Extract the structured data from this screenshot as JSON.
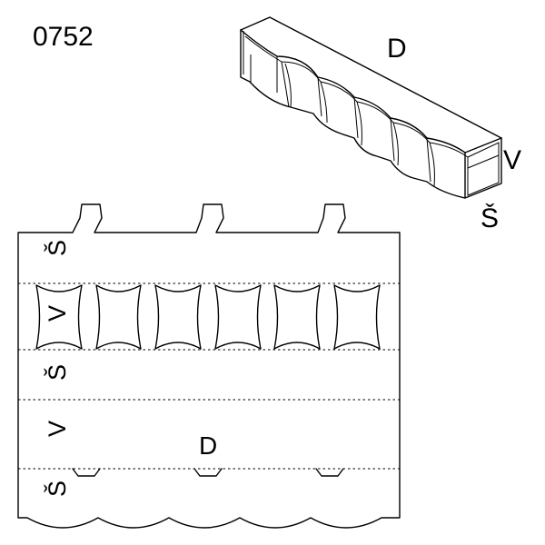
{
  "product_code": "0752",
  "box_labels": {
    "length": "D",
    "height": "V",
    "width": "Š"
  },
  "panel_labels": {
    "top_flap": "Š",
    "front_panel": "V",
    "bottom": "Š",
    "back_panel": "V",
    "center": "D",
    "bottom_flap": "Š"
  },
  "slot_count": 6,
  "tab_count": 3
}
